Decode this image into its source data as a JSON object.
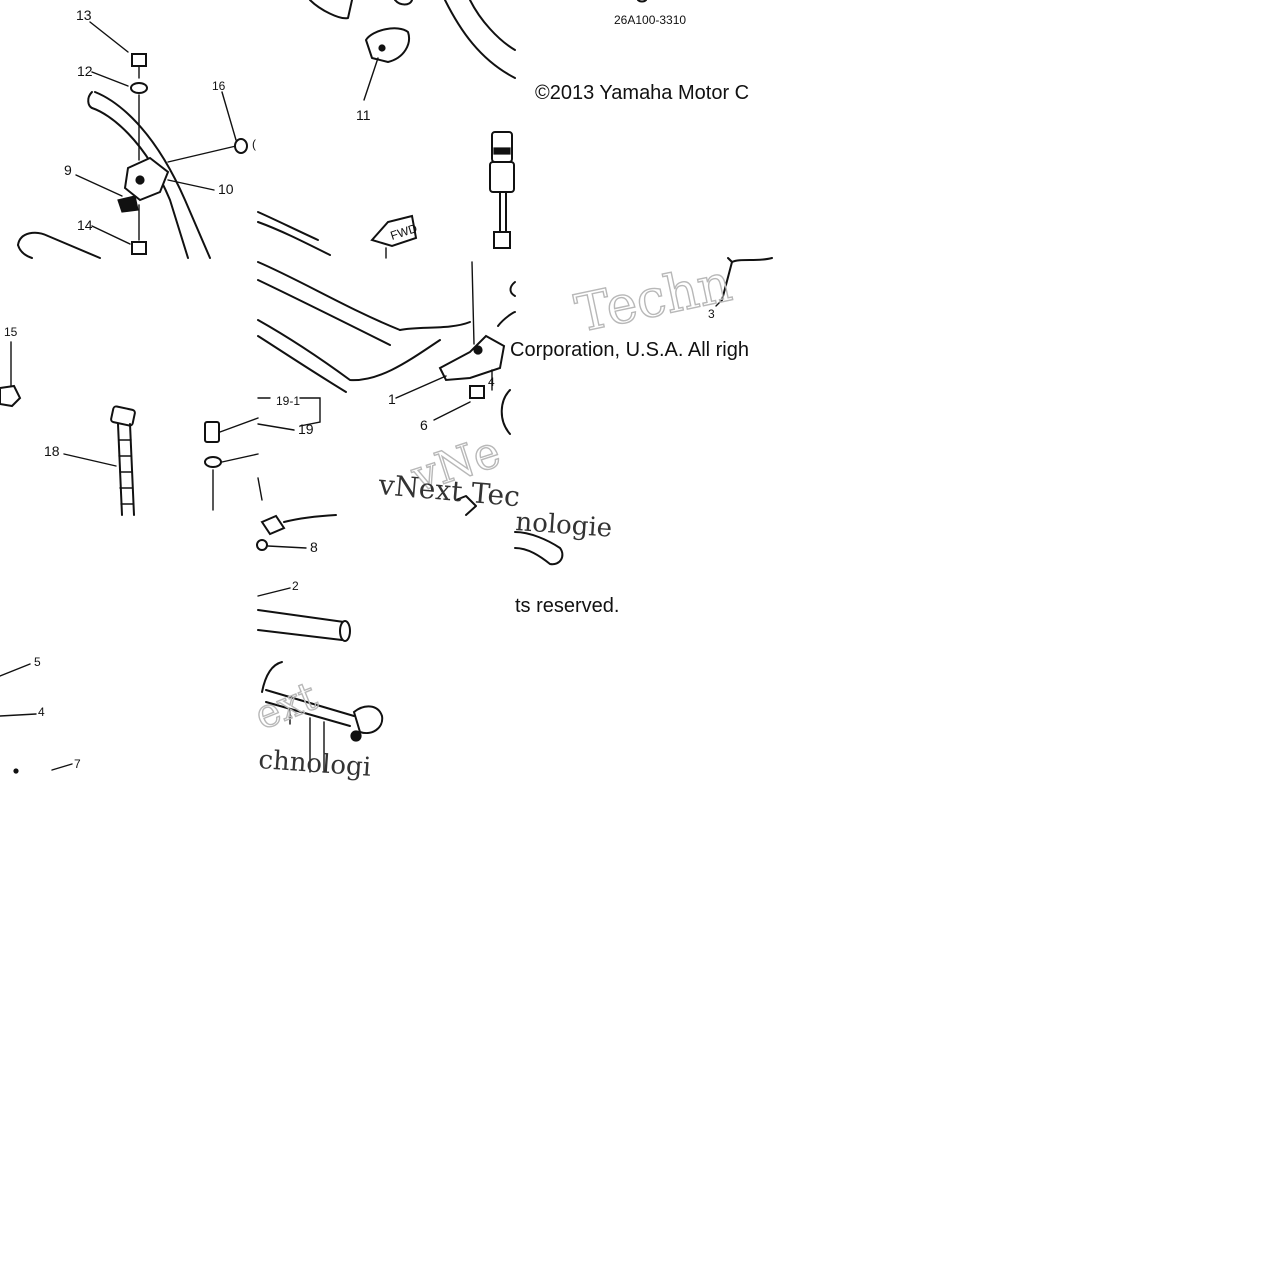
{
  "diagram_code": "26A100-3310",
  "copyright": {
    "line1": "©2013 Yamaha Motor C",
    "line2": "Corporation, U.S.A. All righ",
    "line3": "ts reserved."
  },
  "watermark": {
    "top_right": "Techn",
    "middle_a": "vNext Tec",
    "middle_b": "nologie",
    "middle_c": "vNe",
    "bottom_a": "ext",
    "bottom_b": "chnologi"
  },
  "fwd_label": "FWD",
  "callouts": {
    "c1": "1",
    "c2": "2",
    "c3": "3",
    "c4": "4",
    "c5": "5",
    "c6": "6",
    "c7": "7",
    "c8": "8",
    "c9": "9",
    "c10": "10",
    "c11": "11",
    "c12": "12",
    "c13": "13",
    "c14": "14",
    "c15": "15",
    "c16": "16",
    "c18": "18",
    "c19": "19",
    "c19_1": "19-1"
  }
}
